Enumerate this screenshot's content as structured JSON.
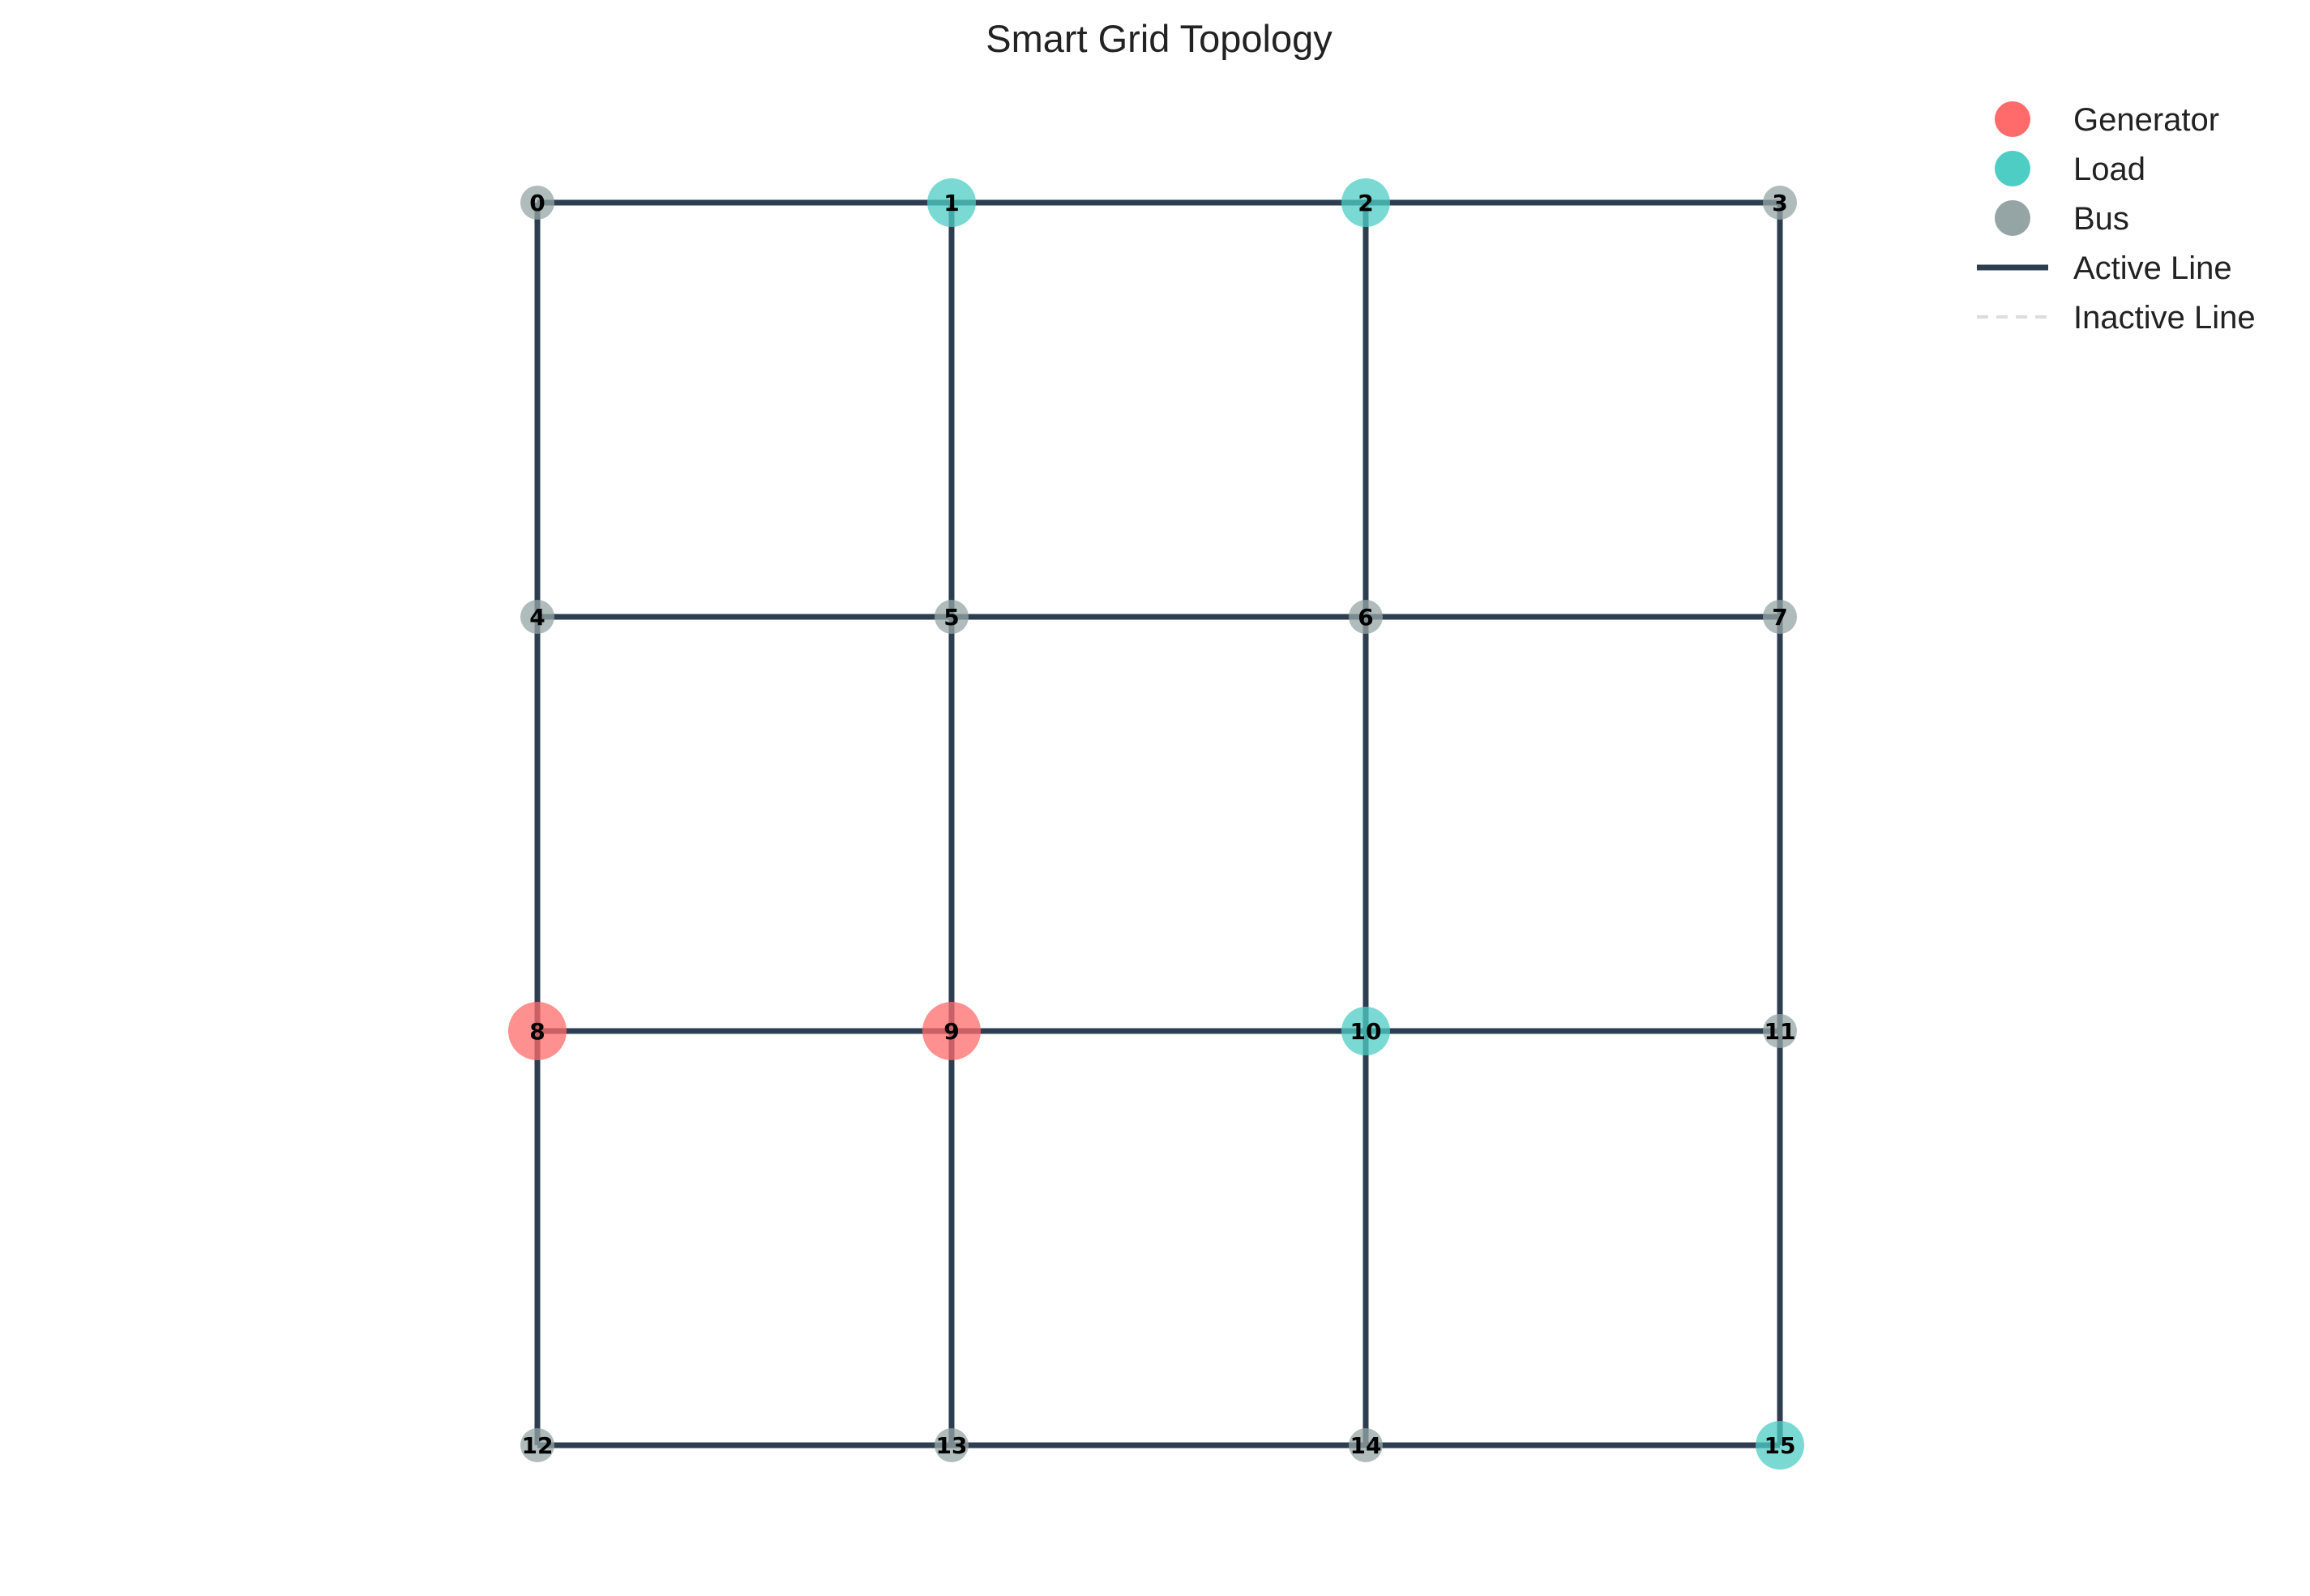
{
  "title": "Smart Grid Topology",
  "colors": {
    "generator": "#ff6b6b",
    "load": "#4ecdc4",
    "bus": "#95a5a6",
    "active_line": "#2c3e50",
    "inactive_line": "#dddddd"
  },
  "legend": [
    {
      "kind": "marker",
      "type": "generator",
      "label": "Generator"
    },
    {
      "kind": "marker",
      "type": "load",
      "label": "Load"
    },
    {
      "kind": "marker",
      "type": "bus",
      "label": "Bus"
    },
    {
      "kind": "line",
      "type": "active",
      "label": "Active Line"
    },
    {
      "kind": "line",
      "type": "inactive",
      "label": "Inactive Line"
    }
  ],
  "nodes": [
    {
      "id": "0",
      "row": 0,
      "col": 0,
      "type": "bus"
    },
    {
      "id": "1",
      "row": 0,
      "col": 1,
      "type": "load"
    },
    {
      "id": "2",
      "row": 0,
      "col": 2,
      "type": "load"
    },
    {
      "id": "3",
      "row": 0,
      "col": 3,
      "type": "bus"
    },
    {
      "id": "4",
      "row": 1,
      "col": 0,
      "type": "bus"
    },
    {
      "id": "5",
      "row": 1,
      "col": 1,
      "type": "bus"
    },
    {
      "id": "6",
      "row": 1,
      "col": 2,
      "type": "bus"
    },
    {
      "id": "7",
      "row": 1,
      "col": 3,
      "type": "bus"
    },
    {
      "id": "8",
      "row": 2,
      "col": 0,
      "type": "generator"
    },
    {
      "id": "9",
      "row": 2,
      "col": 1,
      "type": "generator"
    },
    {
      "id": "10",
      "row": 2,
      "col": 2,
      "type": "load"
    },
    {
      "id": "11",
      "row": 2,
      "col": 3,
      "type": "bus"
    },
    {
      "id": "12",
      "row": 3,
      "col": 0,
      "type": "bus"
    },
    {
      "id": "13",
      "row": 3,
      "col": 1,
      "type": "bus"
    },
    {
      "id": "14",
      "row": 3,
      "col": 2,
      "type": "bus"
    },
    {
      "id": "15",
      "row": 3,
      "col": 3,
      "type": "load"
    }
  ],
  "edges": [
    {
      "from": "0",
      "to": "1",
      "status": "active"
    },
    {
      "from": "1",
      "to": "2",
      "status": "active"
    },
    {
      "from": "2",
      "to": "3",
      "status": "active"
    },
    {
      "from": "4",
      "to": "5",
      "status": "active"
    },
    {
      "from": "5",
      "to": "6",
      "status": "active"
    },
    {
      "from": "6",
      "to": "7",
      "status": "active"
    },
    {
      "from": "8",
      "to": "9",
      "status": "active"
    },
    {
      "from": "9",
      "to": "10",
      "status": "active"
    },
    {
      "from": "10",
      "to": "11",
      "status": "active"
    },
    {
      "from": "12",
      "to": "13",
      "status": "active"
    },
    {
      "from": "13",
      "to": "14",
      "status": "active"
    },
    {
      "from": "14",
      "to": "15",
      "status": "active"
    },
    {
      "from": "0",
      "to": "4",
      "status": "active"
    },
    {
      "from": "4",
      "to": "8",
      "status": "active"
    },
    {
      "from": "8",
      "to": "12",
      "status": "active"
    },
    {
      "from": "1",
      "to": "5",
      "status": "active"
    },
    {
      "from": "5",
      "to": "9",
      "status": "active"
    },
    {
      "from": "9",
      "to": "13",
      "status": "active"
    },
    {
      "from": "2",
      "to": "6",
      "status": "active"
    },
    {
      "from": "6",
      "to": "10",
      "status": "active"
    },
    {
      "from": "10",
      "to": "14",
      "status": "active"
    },
    {
      "from": "3",
      "to": "7",
      "status": "active"
    },
    {
      "from": "7",
      "to": "11",
      "status": "active"
    },
    {
      "from": "11",
      "to": "15",
      "status": "active"
    }
  ]
}
